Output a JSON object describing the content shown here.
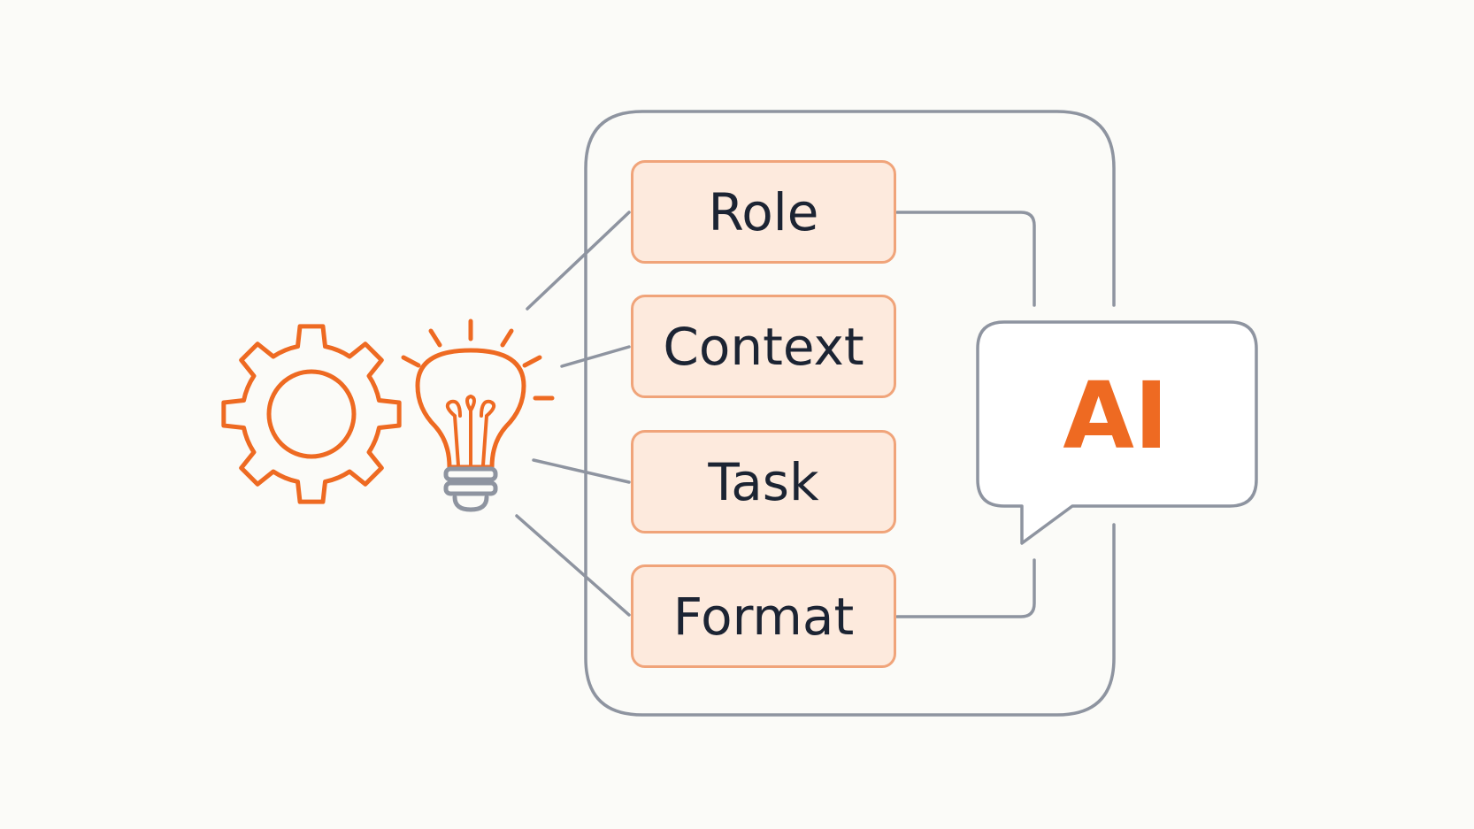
{
  "diagram": {
    "components": [
      {
        "label": "Role"
      },
      {
        "label": "Context"
      },
      {
        "label": "Task"
      },
      {
        "label": "Format"
      }
    ],
    "output": {
      "label": "AI"
    },
    "icons": {
      "gear": "gear-icon",
      "bulb": "lightbulb-icon"
    },
    "colors": {
      "accent": "#ee6a22",
      "box_fill": "#fdeadd",
      "box_border": "#f0a47a",
      "line": "#8e94a0",
      "text": "#1c2433",
      "background": "#fbfbf8"
    }
  }
}
